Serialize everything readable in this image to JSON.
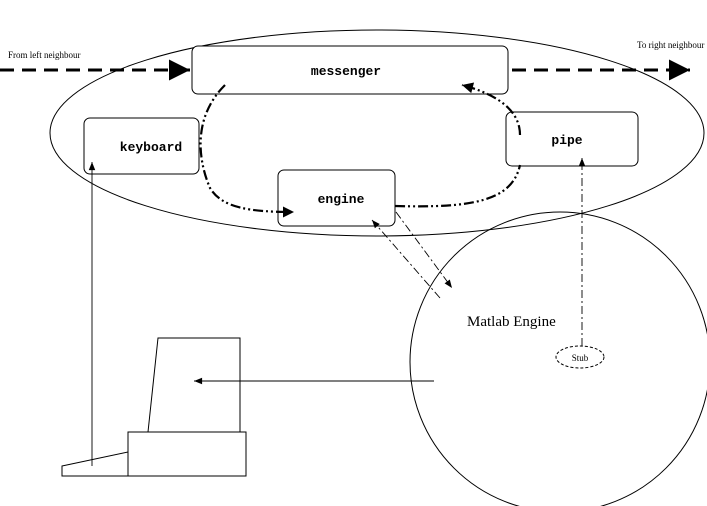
{
  "labels": {
    "from_left": "From left neighbour",
    "to_right": "To right neighbour",
    "messenger": "messenger",
    "keyboard": "keyboard",
    "pipe": "pipe",
    "engine": "engine",
    "matlab_engine": "Matlab Engine",
    "stub": "Stub"
  }
}
